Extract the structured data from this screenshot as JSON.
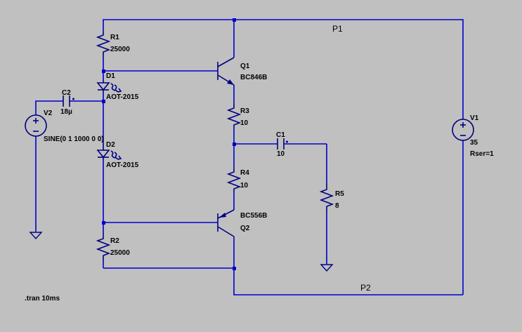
{
  "colors": {
    "background": "#c0c0c0",
    "wire": "#0000cc",
    "component": "#000080",
    "text": "#000000"
  },
  "nets": {
    "top": "P1",
    "bottom": "P2"
  },
  "components": {
    "R1": {
      "ref": "R1",
      "value": "25000"
    },
    "R2": {
      "ref": "R2",
      "value": "25000"
    },
    "R3": {
      "ref": "R3",
      "value": "10"
    },
    "R4": {
      "ref": "R4",
      "value": "10"
    },
    "R5": {
      "ref": "R5",
      "value": "8"
    },
    "D1": {
      "ref": "D1",
      "value": "AOT-2015"
    },
    "D2": {
      "ref": "D2",
      "value": "AOT-2015"
    },
    "C1": {
      "ref": "C1",
      "value": "10"
    },
    "C2": {
      "ref": "C2",
      "value": "18µ"
    },
    "Q1": {
      "ref": "Q1",
      "value": "BC846B"
    },
    "Q2": {
      "ref": "Q2",
      "value": "BC556B"
    },
    "V1": {
      "ref": "V1",
      "value": "35",
      "extra": "Rser=1"
    },
    "V2": {
      "ref": "V2",
      "value": "SINE(0 1 1000 0 0)"
    }
  },
  "directive": ".tran 10ms",
  "icons": [
    "resistor-icon",
    "diode-led-icon",
    "capacitor-icon",
    "npn-transistor-icon",
    "pnp-transistor-icon",
    "voltage-source-icon",
    "ground-icon"
  ]
}
